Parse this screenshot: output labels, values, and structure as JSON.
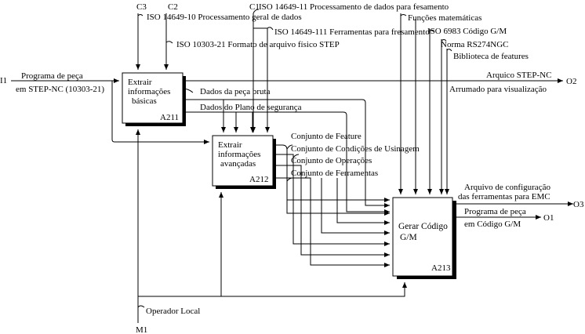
{
  "boxes": {
    "a211": {
      "lines": [
        "Extrair",
        "informações",
        "básicas"
      ],
      "id": "A211"
    },
    "a212": {
      "lines": [
        "Extrair",
        "informações",
        "avançadas"
      ],
      "id": "A212"
    },
    "a213": {
      "lines": [
        "Gerar Código",
        "G/M"
      ],
      "id": "A213"
    }
  },
  "inputs": {
    "i1": {
      "code": "I1",
      "lines": [
        "Programa de peça",
        "em STEP-NC (10303-21)"
      ]
    }
  },
  "controls": {
    "c3": "C3",
    "c2": "C2",
    "c1": "C1",
    "iso_14649_10": "ISO 14649-10 Processamento geral de dados",
    "iso_10303_21": "ISO 10303-21 Formato de arquivo físico STEP",
    "iso_14649_11": "ISO 14649-11 Processamento de dados para fesamento",
    "iso_14649_111": "ISO 14649-111 Ferramentas para fresamento",
    "funcoes": "Funções matemáticas",
    "iso_6983": "ISO 6983 Código G/M",
    "rs274": "Norma RS274NGC",
    "biblioteca": "Biblioteca de features"
  },
  "flows": {
    "dados_peca": "Dados da peça bruta",
    "dados_plano": "Dados do Plano de segurança",
    "conj_feature": "Conjunto de Feature",
    "conj_usinagem": "Conjunto de Condições de Usinagem",
    "conj_operacoes": "Conjunto de Operações",
    "conj_ferramentas": "Conjunto de Ferramentas"
  },
  "outputs": {
    "o2": {
      "code": "O2",
      "lines": [
        "Arquico STEP-NC",
        "Arrumado para visualização"
      ]
    },
    "o3": {
      "code": "O3",
      "lines": [
        "Arquivo de configuração",
        "das ferramentas para EMC"
      ]
    },
    "o1": {
      "code": "O1",
      "lines": [
        "Programa de peça",
        "em Código G/M"
      ]
    }
  },
  "mechanisms": {
    "m1": "M1",
    "operador": "Operador Local"
  }
}
